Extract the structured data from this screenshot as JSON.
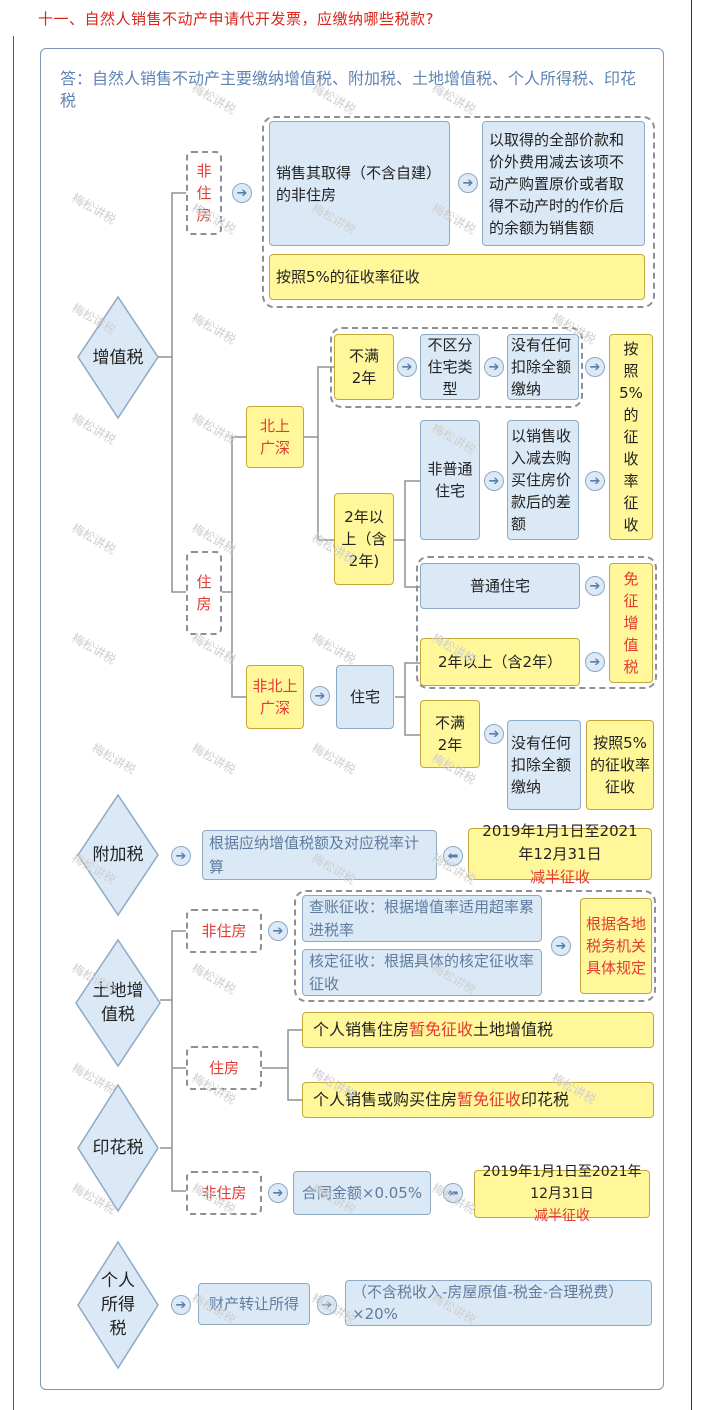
{
  "heading": "十一、自然人销售不动产申请代开发票，应缴纳哪些税款?",
  "answer": "答：自然人销售不动产主要缴纳增值税、附加税、土地增值税、个人所得税、印花税",
  "watermark": "梅松讲税",
  "taxes": {
    "vat": "增值税",
    "surcharge": "附加税",
    "land": "土地增值税",
    "stamp": "印花税",
    "income": "个人所得税"
  },
  "vat": {
    "non_residential": "非住房",
    "non_res_sale": "销售其取得（不含自建）的非住房",
    "non_res_base": "以取得的全部价款和价外费用减去该项不动产购置原价或者取得不动产时的作价后的余额为销售额",
    "non_res_rate": "按照5%的征收率征收",
    "residential": "住房",
    "bsgs": "北上广深",
    "non_bsgs": "非北上广深",
    "under_2y": "不满2年",
    "any_type": "不区分住宅类型",
    "no_deduct": "没有任何扣除全额缴纳",
    "over_2y": "2年以上（含2年)",
    "non_ordinary": "非普通住宅",
    "diff_base": "以销售收入减去购买住房价款后的差额",
    "rate_5": "按照5%的征收率征收",
    "ordinary": "普通住宅",
    "exempt": "免征增值税",
    "housing": "住宅",
    "over_2y_b": "2年以上（含2年）",
    "under_2y_b": "不满2年",
    "no_deduct_b": "没有任何扣除全额缴纳",
    "rate_5_b": "按照5%的征收率征收"
  },
  "surcharge": {
    "calc": "根据应纳增值税额及对应税率计算",
    "period": "2019年1月1日至2021年12月31日",
    "half": "减半征收"
  },
  "land": {
    "non_residential": "非住房",
    "audit": "查账征收：根据增值率适用超率累进税率",
    "assessed": "核定征收：根据具体的核定征收率征收",
    "local": "根据各地税务机关具体规定",
    "residential": "住房",
    "exempt_land_pre": "个人销售住房",
    "exempt_land_red": "暂免征收",
    "exempt_land_post": "土地增值税",
    "exempt_stamp_pre": "个人销售或购买住房",
    "exempt_stamp_red": "暂免征收",
    "exempt_stamp_post": "印花税"
  },
  "stamp": {
    "non_residential": "非住房",
    "rate": "合同金额×0.05%",
    "period": "2019年1月1日至2021年12月31日",
    "half": "减半征收"
  },
  "income": {
    "item": "财产转让所得",
    "formula": "（不含税收入-房屋原值-税金-合理税费）×20%"
  },
  "colors": {
    "heading": "#d9241b",
    "blue_box": "#dbe9f6",
    "yellow_box": "#fff79a",
    "highlight": "#e23b33"
  }
}
